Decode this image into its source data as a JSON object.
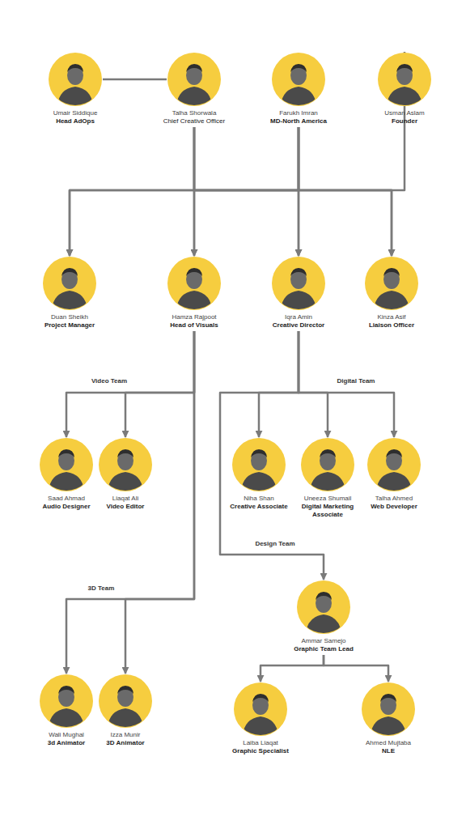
{
  "diagram": {
    "nodes": [
      {
        "text": [
          "Umair Siddique",
          "Head AdOps"
        ]
      },
      {
        "text": [
          "Talha Shorwala",
          "Chief Creative Officer"
        ]
      },
      {
        "text": [
          "Farukh Imran",
          "MD-North America"
        ]
      },
      {
        "text": [
          "Usman Aslam",
          "Founder"
        ]
      },
      {
        "text": [
          "Duan Sheikh",
          "Project Manager"
        ]
      },
      {
        "text": [
          "Hamza Rajpoot",
          "Head of Visuals"
        ]
      },
      {
        "text": [
          "Iqra Amin",
          "Creative Director"
        ]
      },
      {
        "text": [
          "Kinza Asif",
          "Liaison Officer"
        ]
      },
      {
        "text": [
          "Saad Ahmad",
          "Audio Designer"
        ]
      },
      {
        "text": [
          "Liaqat Ali",
          "Video Editor"
        ]
      },
      {
        "text": [
          "Niha Shan",
          "Creative Associate"
        ]
      },
      {
        "text": [
          "Uneeza Shumail",
          "Digital Marketing Associate"
        ]
      },
      {
        "text": [
          "Talha Ahmed",
          "Web Developer"
        ]
      },
      {
        "text": [
          "Ammar Samejo",
          "Graphic Team Lead"
        ]
      },
      {
        "text": [
          "Laiba Liaqat",
          "Graphic Specialist"
        ]
      },
      {
        "text": [
          "Ahmed Mujtaba",
          "NLE"
        ]
      },
      {
        "text": [
          "Wali Mughal",
          "3d Animator"
        ]
      },
      {
        "text": [
          "Izza Munir",
          "3D Animator"
        ]
      }
    ],
    "edges": [
      {
        "from": 0,
        "to": 1,
        "arrow": "none"
      },
      {
        "from": 2,
        "to": 3,
        "arrow": "none"
      },
      {
        "from": 1,
        "to": 4,
        "arrow": "to"
      },
      {
        "from": 1,
        "to": 5,
        "arrow": "to"
      },
      {
        "from": 1,
        "to": 6,
        "arrow": "to"
      },
      {
        "from": 1,
        "to": 7,
        "arrow": "to"
      },
      {
        "from": 2,
        "to": 4,
        "arrow": "to"
      },
      {
        "from": 2,
        "to": 5,
        "arrow": "to"
      },
      {
        "from": 2,
        "to": 6,
        "arrow": "to"
      },
      {
        "from": 2,
        "to": 7,
        "arrow": "to"
      },
      {
        "from": 5,
        "to": 8,
        "arrow": "to"
      },
      {
        "from": 5,
        "to": 9,
        "arrow": "to"
      },
      {
        "from": 6,
        "to": 10,
        "arrow": "to"
      },
      {
        "from": 6,
        "to": 11,
        "arrow": "to"
      },
      {
        "from": 6,
        "to": 12,
        "arrow": "to"
      },
      {
        "from": 6,
        "to": 13,
        "arrow": "to"
      },
      {
        "from": 13,
        "to": 14,
        "arrow": "to"
      },
      {
        "from": 13,
        "to": 15,
        "arrow": "to"
      },
      {
        "from": 5,
        "to": 16,
        "arrow": "to"
      },
      {
        "from": 5,
        "to": 17,
        "arrow": "to"
      }
    ],
    "labels": [
      "Video Team",
      "Digital Team",
      "Design Team",
      "3D Team"
    ]
  }
}
